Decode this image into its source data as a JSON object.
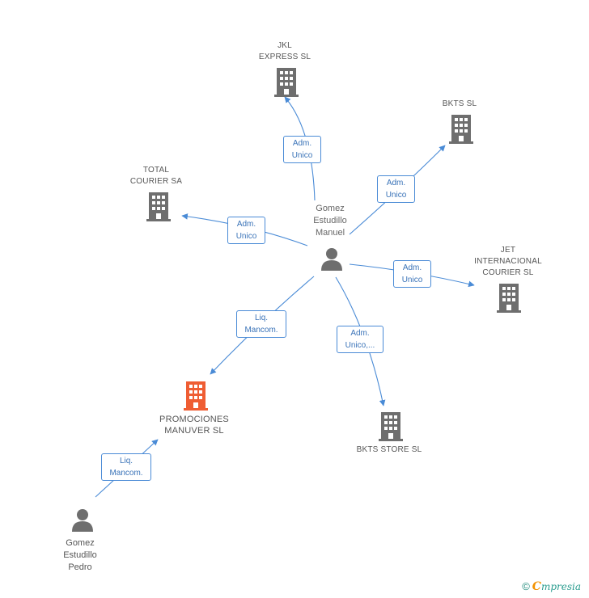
{
  "colors": {
    "edge": "#4a8bd6",
    "icon_gray": "#6e6e6e",
    "icon_highlight": "#ef5d33",
    "label_text": "#555555",
    "badge_text": "#3a73b8"
  },
  "nodes": {
    "jkl": {
      "label": "JKL\nEXPRESS SL",
      "icon": "building-icon"
    },
    "bkts": {
      "label": "BKTS SL",
      "icon": "building-icon"
    },
    "total": {
      "label": "TOTAL\nCOURIER SA",
      "icon": "building-icon"
    },
    "jet": {
      "label": "JET\nINTERNACIONAL\nCOURIER SL",
      "icon": "building-icon"
    },
    "promo": {
      "label": "PROMOCIONES\nMANUVER SL",
      "icon": "building-icon"
    },
    "bktsstore": {
      "label": "BKTS STORE SL",
      "icon": "building-icon"
    },
    "manuel": {
      "label": "Gomez\nEstudillo\nManuel",
      "icon": "person-icon"
    },
    "pedro": {
      "label": "Gomez\nEstudillo\nPedro",
      "icon": "person-icon"
    }
  },
  "relations": {
    "r_jkl": "Adm.\nUnico",
    "r_bkts": "Adm.\nUnico",
    "r_total": "Adm.\nUnico",
    "r_jet": "Adm.\nUnico",
    "r_promo": "Liq.\nMancom.",
    "r_bktsstore": "Adm.\nUnico,...",
    "r_pedro": "Liq.\nMancom."
  },
  "footer": {
    "copyright": "©",
    "brand_first": "C",
    "brand_rest": "mpresia"
  }
}
